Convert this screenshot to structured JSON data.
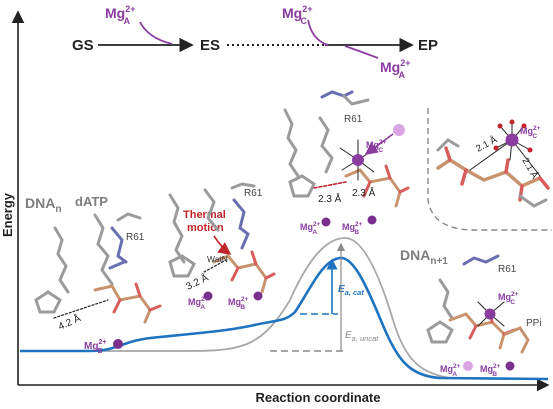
{
  "scheme": {
    "gs": "GS",
    "es": "ES",
    "ep": "EP",
    "mg_a_top": {
      "base": "Mg",
      "sup": "2+",
      "sub": "A"
    },
    "mg_c_top": {
      "base": "Mg",
      "sup": "2+",
      "sub": "C"
    },
    "mg_a_right": {
      "base": "Mg",
      "sup": "2+",
      "sub": "A"
    }
  },
  "axes": {
    "ylabel": "Energy",
    "xlabel": "Reaction coordinate"
  },
  "panel1": {
    "dna": "DNA",
    "dna_sub": "n",
    "datp": "dATP",
    "r61": "R61",
    "dist": "4.2 Å",
    "mg_b": {
      "base": "Mg",
      "sup": "2+",
      "sub": "B"
    }
  },
  "panel2": {
    "r61": "R61",
    "thermal1": "Thermal",
    "thermal2": "motion",
    "watn": "WatN",
    "dist": "3.2 Å",
    "mg_a": {
      "base": "Mg",
      "sup": "2+",
      "sub": "A"
    },
    "mg_b": {
      "base": "Mg",
      "sup": "2+",
      "sub": "B"
    }
  },
  "panel3": {
    "r61": "R61",
    "mg_c": {
      "base": "Mg",
      "sup": "2+",
      "sub": "C"
    },
    "dist1": "2.3 Å",
    "dist2": "2.3 Å",
    "mg_a": {
      "base": "Mg",
      "sup": "2+",
      "sub": "A"
    },
    "mg_b": {
      "base": "Mg",
      "sup": "2+",
      "sub": "B"
    }
  },
  "inset": {
    "mg_c": {
      "base": "Mg",
      "sup": "2+",
      "sub": "C"
    },
    "dist1": "2.1 Å",
    "dist2": "2.1 Å"
  },
  "panel4": {
    "dna": "DNA",
    "dna_sub": "n+1",
    "r61": "R61",
    "ppi": "PPi",
    "mg_c": {
      "base": "Mg",
      "sup": "2+",
      "sub": "C"
    },
    "mg_a": {
      "base": "Mg",
      "sup": "2+",
      "sub": "A"
    },
    "mg_b": {
      "base": "Mg",
      "sup": "2+",
      "sub": "B"
    }
  },
  "barriers": {
    "cat_e": "E",
    "cat_sub": "a, cat",
    "uncat_e": "E",
    "uncat_sub": "a, uncat"
  },
  "colors": {
    "catalyzed_curve": "#1e74c0",
    "uncatalyzed_curve": "#a8a8a8",
    "magnesium": "#8a3ca0",
    "label_grey": "#7d7d7d",
    "thermal_red": "#c0262b",
    "arrow_black": "#222222"
  }
}
